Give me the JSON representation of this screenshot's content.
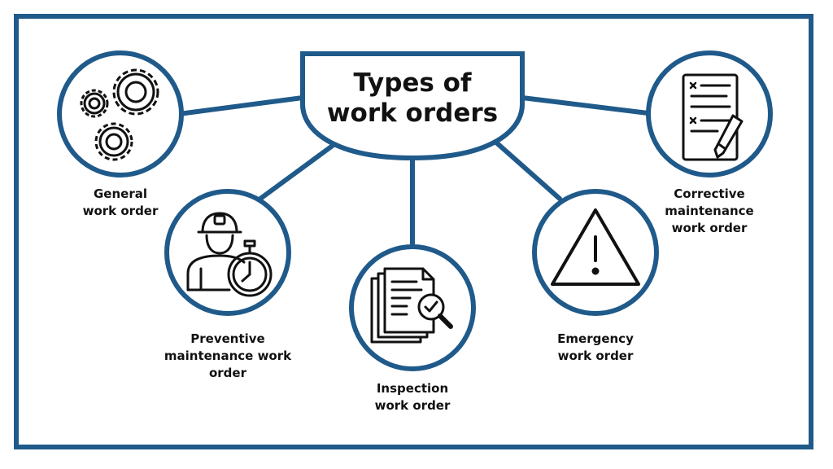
{
  "title": {
    "line1": "Types of",
    "line2": "work orders"
  },
  "colors": {
    "frame": "#1f5a8a",
    "icon": "#111111",
    "background": "#ffffff"
  },
  "nodes": [
    {
      "icon": "gears-icon",
      "lines": [
        "General",
        "work order"
      ]
    },
    {
      "icon": "worker-stopwatch-icon",
      "lines": [
        "Preventive",
        "maintenance work",
        "order"
      ]
    },
    {
      "icon": "document-magnifier-icon",
      "lines": [
        "Inspection",
        "work order"
      ]
    },
    {
      "icon": "warning-triangle-icon",
      "lines": [
        "Emergency",
        "work order"
      ]
    },
    {
      "icon": "checklist-pencil-icon",
      "lines": [
        "Corrective",
        "maintenance",
        "work order"
      ]
    }
  ]
}
